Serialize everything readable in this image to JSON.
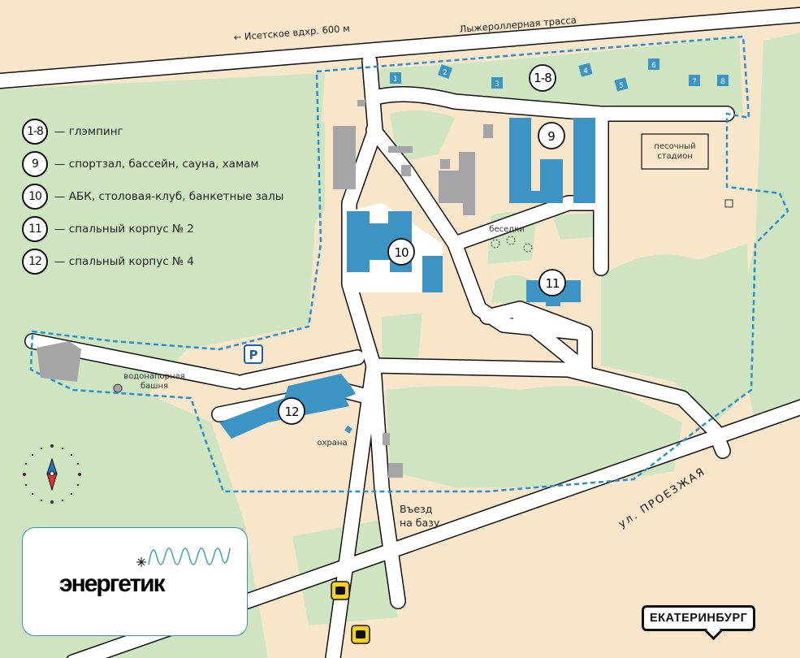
{
  "roads": {
    "top_left_label": "← Исетское вдхр. 600 м",
    "top_right_label": "Лыжероллерная трасса",
    "street_label": "ул. ПРОЕЗЖАЯ"
  },
  "legend": [
    {
      "badge": "1-8",
      "text": "— глэмпинг"
    },
    {
      "badge": "9",
      "text": "— спортзал, бассейн, сауна, хамам"
    },
    {
      "badge": "10",
      "text": "— АБК, столовая-клуб, банкетные залы"
    },
    {
      "badge": "11",
      "text": "— спальный корпус № 2"
    },
    {
      "badge": "12",
      "text": "— спальный корпус № 4"
    }
  ],
  "glamping": [
    "1",
    "2",
    "3",
    "4",
    "5",
    "6",
    "7",
    "8"
  ],
  "markers": {
    "glamping": "1-8",
    "sport": "9",
    "abk": "10",
    "corpus2": "11",
    "corpus4": "12"
  },
  "labels": {
    "stadium_1": "песочный",
    "stadium_2": "стадион",
    "gazebos": "беседки",
    "tower_1": "водонапорная",
    "tower_2": "башня",
    "guard": "охрана",
    "entry_1": "Въезд",
    "entry_2": "на базу",
    "parking": "P"
  },
  "logo": {
    "text": "энергетик"
  },
  "city": "ЕКАТЕРИНБУРГ",
  "icons": [
    "compass-icon",
    "parking-icon",
    "bus-stop-icon",
    "logo-wave-icon"
  ],
  "colors": {
    "sand": "#f8e6cb",
    "forest": "#cfe5c1",
    "building": "#3b94c4",
    "service": "#a5a5a8",
    "boundary": "#2a8fd0"
  }
}
